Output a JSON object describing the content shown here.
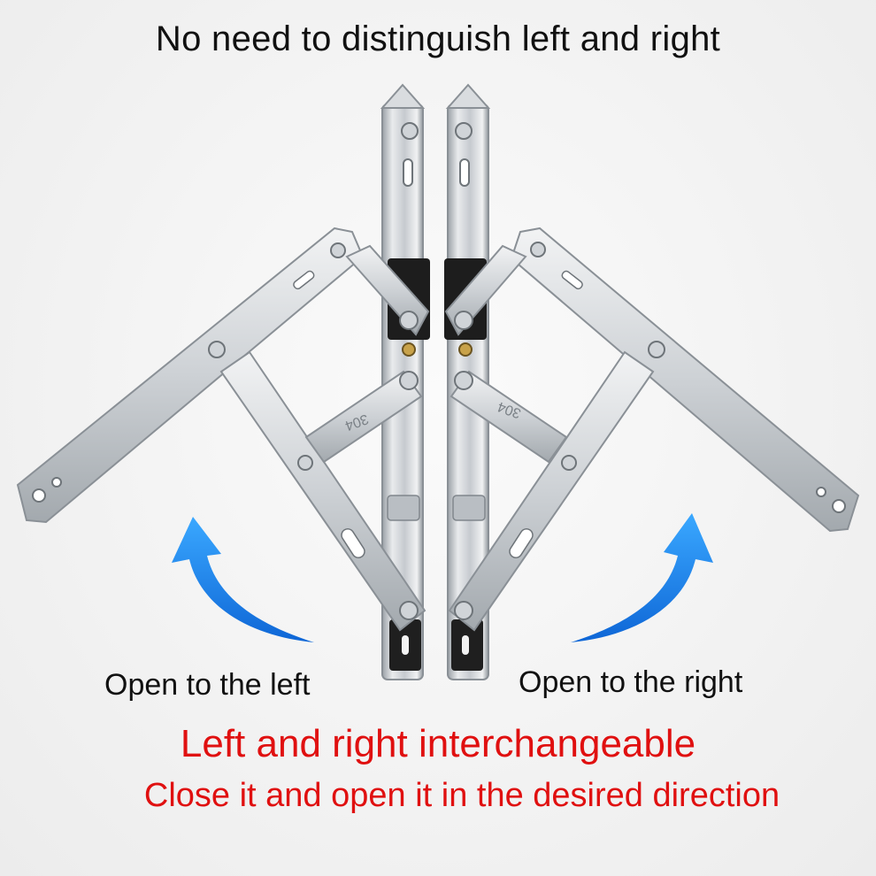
{
  "headline": "No need to distinguish left and right",
  "caption_left": "Open to the left",
  "caption_right": "Open to the right",
  "red_headline": "Left and right interchangeable",
  "red_subline": "Close it and open it in the desired direction",
  "stamp_text": "304",
  "colors": {
    "steel_light": "#e6e8ea",
    "steel_mid": "#c4c8cc",
    "steel_dark": "#8d9399",
    "slider_black": "#1d1d1d",
    "arrow_blue": "#1a8cf0",
    "caption_red": "#e01010"
  },
  "icons": [
    "curved-arrow-up-left-icon",
    "curved-arrow-up-right-icon"
  ]
}
